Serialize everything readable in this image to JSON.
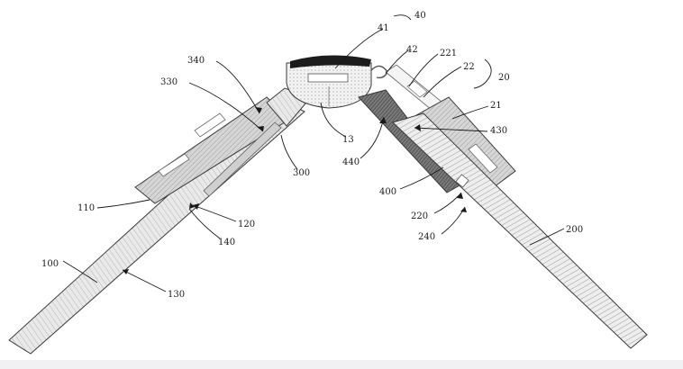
{
  "labels": {
    "l40": "40",
    "l41": "41",
    "l42": "42",
    "l221": "221",
    "l22": "22",
    "l20": "20",
    "l21": "21",
    "l340": "340",
    "l330": "330",
    "l13": "13",
    "l430": "430",
    "l440": "440",
    "l300": "300",
    "l400": "400",
    "l110": "110",
    "l120": "120",
    "l220": "220",
    "l140": "140",
    "l240": "240",
    "l200": "200",
    "l100": "100",
    "l130": "130"
  }
}
